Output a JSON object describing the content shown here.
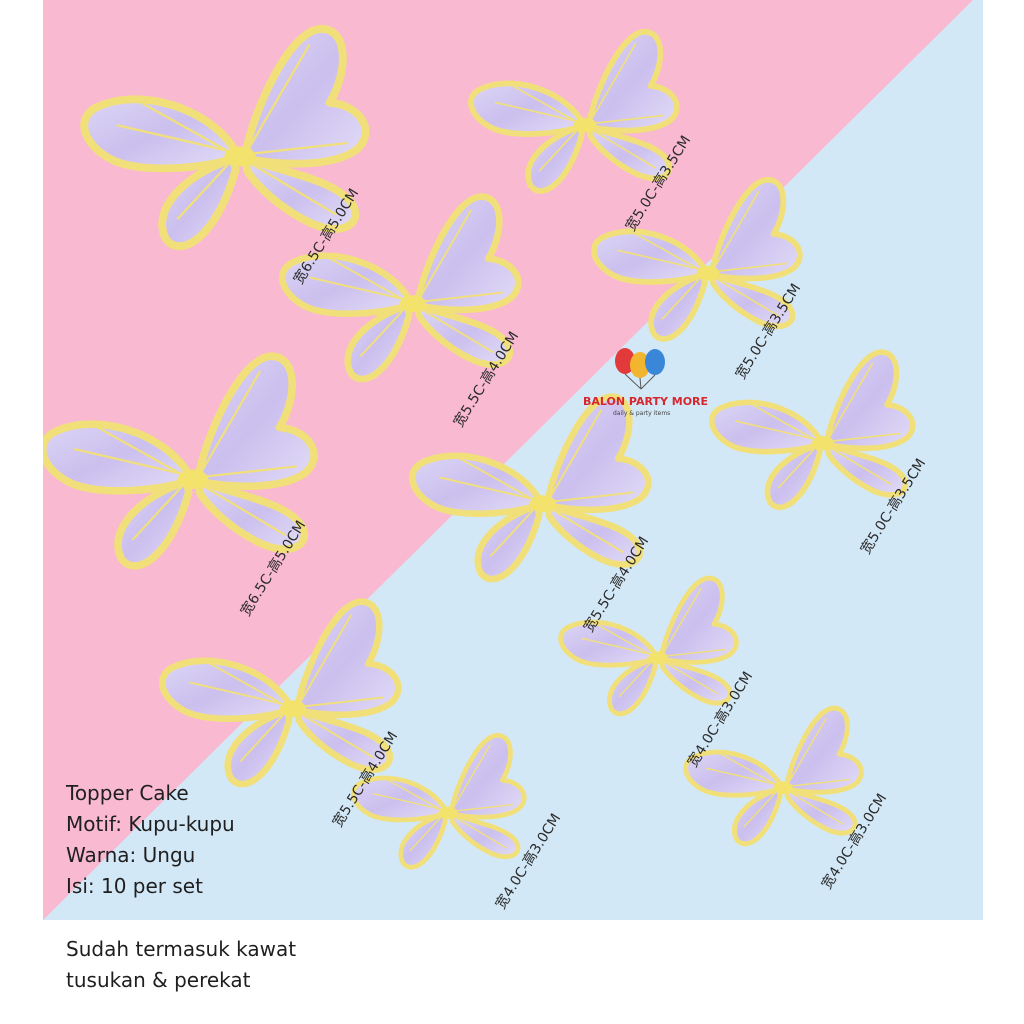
{
  "product": {
    "title": "Topper Cake",
    "motif": "Motif: Kupu-kupu",
    "color": "Warna: Ungu",
    "contents": "Isi: 10 per set"
  },
  "note": {
    "line1": "Sudah termasuk kawat",
    "line2": "tusukan & perekat"
  },
  "logo": {
    "brand": "BALON PARTY MORE",
    "tagline": "daily & party items"
  },
  "butterflies": [
    {
      "label": "宽6.5C-高5.0CM"
    },
    {
      "label": "宽5.0C-高3.5CM"
    },
    {
      "label": "宽5.5C-高4.0CM"
    },
    {
      "label": "宽5.0C-高3.5CM"
    },
    {
      "label": "宽6.5C-高5.0CM"
    },
    {
      "label": "宽5.0C-高3.5CM"
    },
    {
      "label": "宽5.5C-高4.0CM"
    },
    {
      "label": "宽4.0C-高3.0CM"
    },
    {
      "label": "宽5.5C-高4.0CM"
    },
    {
      "label": "宽4.0C-高3.0CM"
    },
    {
      "label": "宽4.0C-高3.0CM"
    }
  ],
  "colors": {
    "background_pink": "#f9b9d0",
    "background_blue": "#d3e8f7",
    "wing_fill": "#d3c9f0",
    "wing_border": "#f1e07a",
    "text": "#1f1f1f"
  }
}
